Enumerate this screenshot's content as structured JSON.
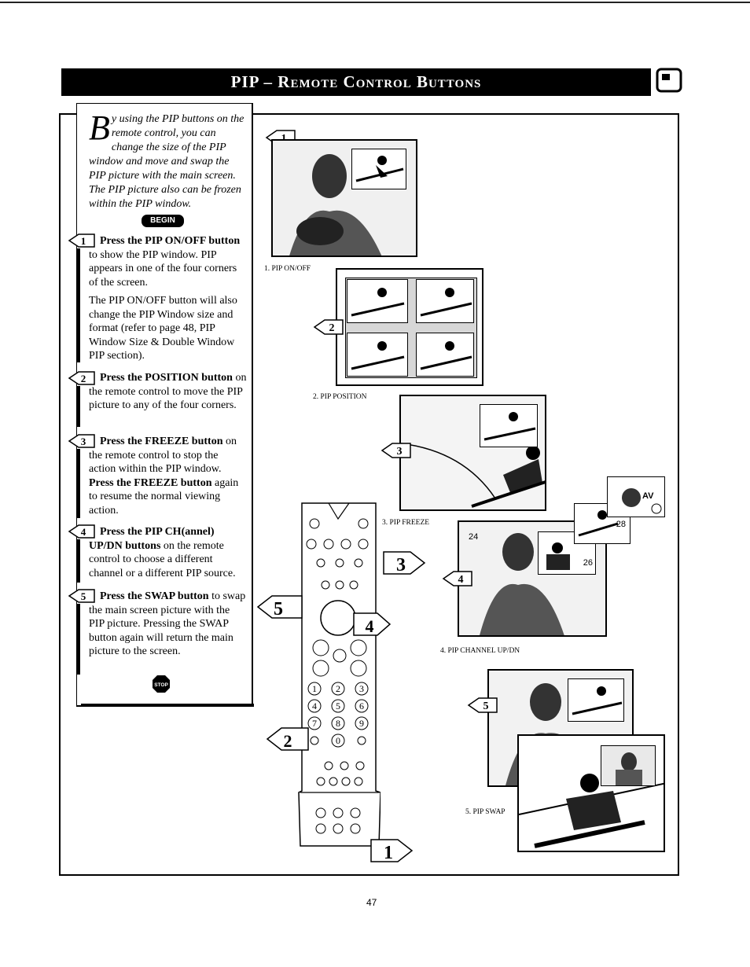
{
  "header": {
    "title": "PIP – Remote Control Buttons"
  },
  "intro": {
    "dropcap": "B",
    "text": "y using the PIP buttons on the remote control, you can change the size of the PIP window and move and swap the PIP picture with the main screen. The PIP picture also can be frozen within the PIP window."
  },
  "begin_label": "BEGIN",
  "steps": [
    {
      "num": "1",
      "bold": "Press the PIP ON/OFF button",
      "text": " to show the PIP window. PIP appears in one of the four corners of the screen.",
      "extra": "The PIP ON/OFF button will also change the PIP Window size and format (refer to page 48, PIP Window Size & Double Window PIP section)."
    },
    {
      "num": "2",
      "bold": "Press the POSITION button",
      "text": " on the remote control to move the PIP picture to any of the four corners."
    },
    {
      "num": "3",
      "bold": "Press the FREEZE button",
      "text": " on the remote control to stop the action within the PIP window.",
      "bold2": "Press the FREEZE button",
      "text2": " again to resume the normal viewing action."
    },
    {
      "num": "4",
      "bold": "Press the PIP CH(annel) UP/DN buttons",
      "text": " on the remote control to choose a different channel or a different PIP source."
    },
    {
      "num": "5",
      "bold": "Press the SWAP button",
      "text": " to swap the main screen picture with the PIP picture. Pressing the SWAP button again will return the main picture to the screen."
    }
  ],
  "stop_label": "STOP",
  "captions": {
    "c1": "1. PIP ON/OFF",
    "c2": "2. PIP POSITION",
    "c3": "3. PIP FREEZE",
    "c4": "4. PIP CHANNEL UP/DN",
    "c5": "5. PIP SWAP"
  },
  "channels": {
    "main": "24",
    "pip": "26",
    "next": "28",
    "source": "AV"
  },
  "remote_keys": [
    "1",
    "2",
    "3",
    "4",
    "5",
    "6",
    "7",
    "8",
    "9",
    "0"
  ],
  "page_number": "47"
}
